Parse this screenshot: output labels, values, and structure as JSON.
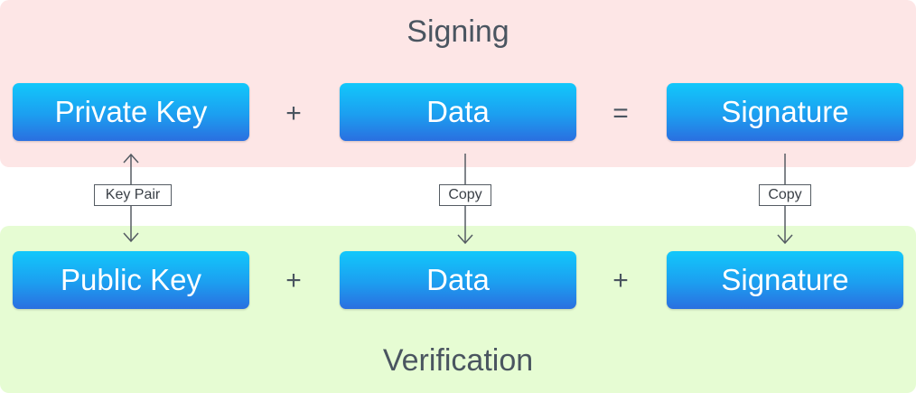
{
  "signing": {
    "title": "Signing",
    "private_key": "Private Key",
    "data": "Data",
    "signature": "Signature",
    "op_plus": "+",
    "op_equals": "="
  },
  "verification": {
    "title": "Verification",
    "public_key": "Public Key",
    "data": "Data",
    "signature": "Signature",
    "op_plus_1": "+",
    "op_plus_2": "+"
  },
  "links": {
    "key_pair": "Key Pair",
    "copy_data": "Copy",
    "copy_signature": "Copy"
  },
  "colors": {
    "signing_bg": "#fde6e6",
    "verification_bg": "#e6fcd3",
    "box_top": "#12c8fb",
    "box_bottom": "#2a6fe0",
    "text_dark": "#4a5560"
  }
}
